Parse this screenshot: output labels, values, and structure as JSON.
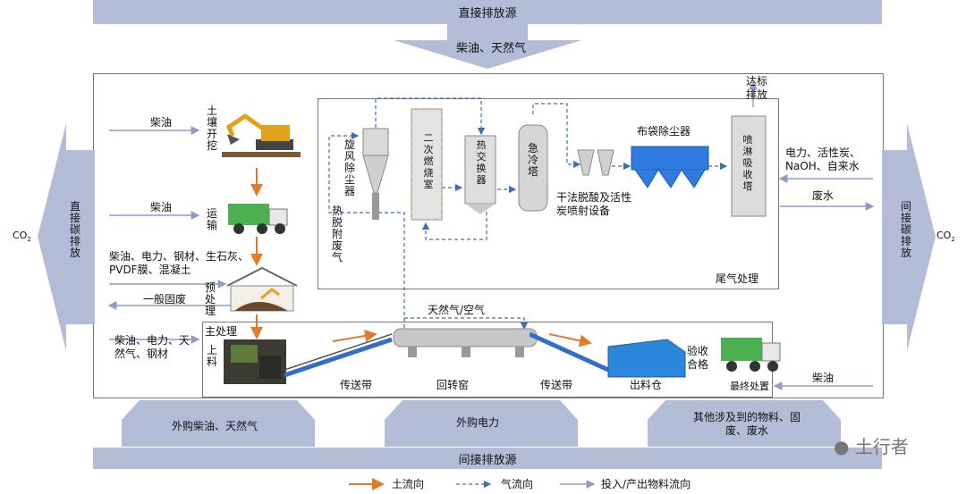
{
  "bands": {
    "top": "直接排放源",
    "bottom": "间接排放源",
    "top_arrow": "柴油、天然气",
    "left_side": "直接碳排放",
    "right_side": "间接碳排放",
    "co2_left": "CO",
    "co2_right": "CO",
    "co2_sub": "2",
    "bottom_arrows": [
      "外购柴油、天然气",
      "外购电力",
      "其他涉及到的物料、固废、废水"
    ]
  },
  "soil": {
    "excavate_in": "柴油",
    "excavate": "土壤开挖",
    "transport_in": "柴油",
    "transport": "运输",
    "pre_in": "柴油、电力、钢材、生石灰、PVDF膜、混凝土",
    "pre": "预处理",
    "waste_out": "一般固废"
  },
  "tail": {
    "title": "尾气处理",
    "cyclone": "旋风除尘器",
    "thermal_gas": "热脱附废气",
    "secondary": "二次燃烧室",
    "heat_ex": "热交换器",
    "quench": "急冷塔",
    "dry": "干法脱酸及活性炭喷射设备",
    "bag": "布袋除尘器",
    "scrub": "喷淋吸收塔",
    "discharge": "达标排放",
    "right_in": "电力、活性炭、NaOH、自来水",
    "wastewater": "废水"
  },
  "main": {
    "title": "主处理",
    "in": "柴油、电力、天然气、钢材",
    "feed": "上料",
    "gas": "天然气/空气",
    "conv1": "传送带",
    "kiln": "回转窑",
    "conv2": "传送带",
    "bin": "出料仓",
    "accept": "验收合格",
    "final": "最终处置",
    "final_in": "柴油"
  },
  "legend": [
    "土流向",
    "气流向",
    "投入/产出物料流向"
  ],
  "watermark": "土行者",
  "colors": {
    "band": "#b4bdd8",
    "soil_flow": "#e07b2c",
    "gas_flow": "#3b6fb5",
    "material_flow": "#8f9bc4"
  }
}
